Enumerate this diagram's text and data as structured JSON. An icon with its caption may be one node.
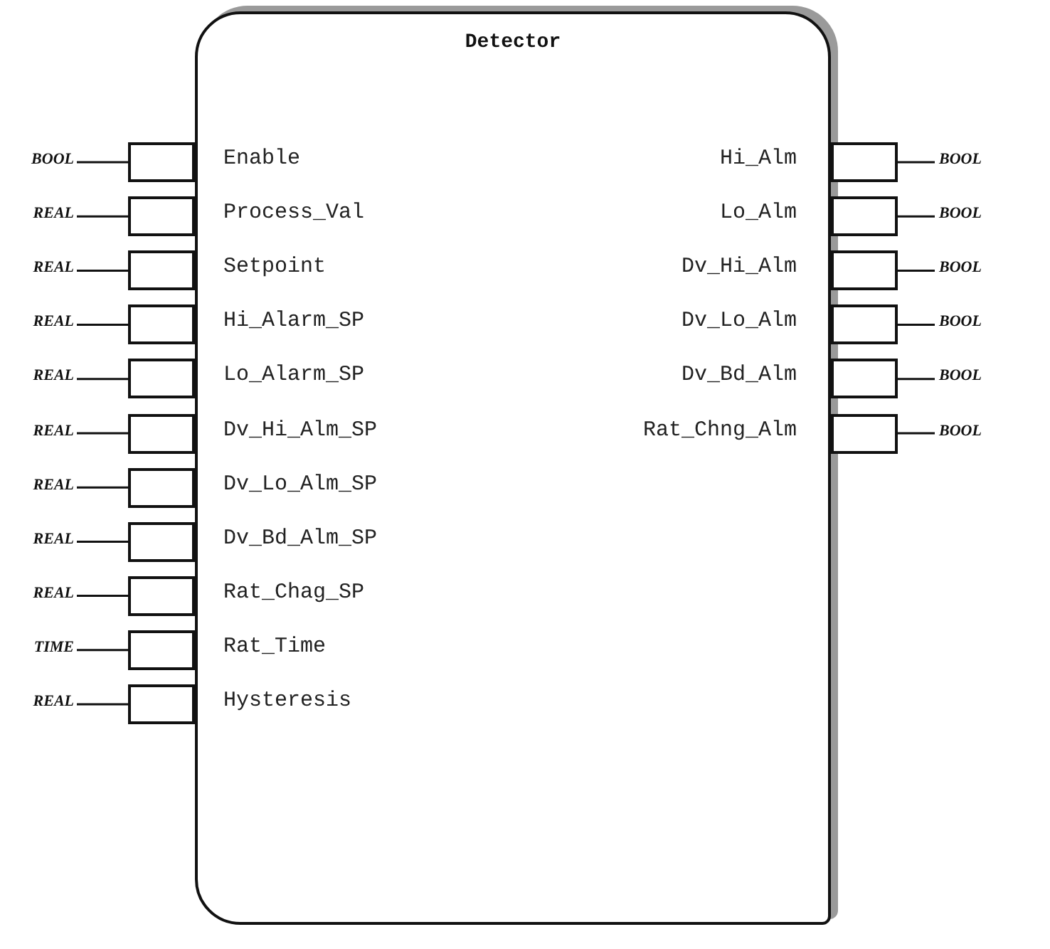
{
  "diagram": {
    "nodes": [
      {
        "text": [
          "Detector"
        ]
      },
      {
        "text": [
          "BOOL"
        ]
      },
      {
        "text": [],
        "shape": "box"
      },
      {
        "text": [
          "REAL"
        ]
      },
      {
        "text": [],
        "shape": "box"
      },
      {
        "text": [
          "REAL"
        ]
      },
      {
        "text": [],
        "shape": "box"
      },
      {
        "text": [
          "REAL"
        ]
      },
      {
        "text": [],
        "shape": "box"
      },
      {
        "text": [
          "REAL"
        ]
      },
      {
        "text": [],
        "shape": "box"
      },
      {
        "text": [
          "REAL"
        ]
      },
      {
        "text": [],
        "shape": "box"
      },
      {
        "text": [
          "REAL"
        ]
      },
      {
        "text": [],
        "shape": "box"
      },
      {
        "text": [
          "REAL"
        ]
      },
      {
        "text": [],
        "shape": "box"
      },
      {
        "text": [
          "REAL"
        ]
      },
      {
        "text": [],
        "shape": "box"
      },
      {
        "text": [
          "TIME"
        ]
      },
      {
        "text": [],
        "shape": "box"
      },
      {
        "text": [
          "REAL"
        ]
      },
      {
        "text": [],
        "shape": "box"
      },
      {
        "text": [],
        "shape": "box"
      },
      {
        "text": [
          "BOOL"
        ]
      },
      {
        "text": [],
        "shape": "box"
      },
      {
        "text": [
          "BOOL"
        ]
      },
      {
        "text": [],
        "shape": "box"
      },
      {
        "text": [
          "BOOL"
        ]
      },
      {
        "text": [],
        "shape": "box"
      },
      {
        "text": [
          "BOOL"
        ]
      },
      {
        "text": [],
        "shape": "box"
      },
      {
        "text": [
          "BOOL"
        ]
      },
      {
        "text": [],
        "shape": "box"
      },
      {
        "text": [
          "BOOL"
        ]
      }
    ],
    "edges": [
      {
        "from": 1,
        "to": 2,
        "arrow": "none"
      },
      {
        "from": 3,
        "to": 4,
        "arrow": "none"
      },
      {
        "from": 5,
        "to": 6,
        "arrow": "none"
      },
      {
        "from": 7,
        "to": 8,
        "arrow": "none"
      },
      {
        "from": 9,
        "to": 10,
        "arrow": "none"
      },
      {
        "from": 11,
        "to": 12,
        "arrow": "none"
      },
      {
        "from": 13,
        "to": 14,
        "arrow": "none"
      },
      {
        "from": 15,
        "to": 16,
        "arrow": "none"
      },
      {
        "from": 17,
        "to": 18,
        "arrow": "none"
      },
      {
        "from": 19,
        "to": 20,
        "arrow": "none"
      },
      {
        "from": 21,
        "to": 22,
        "arrow": "none"
      },
      {
        "from": 23,
        "to": 24,
        "arrow": "none"
      },
      {
        "from": 25,
        "to": 26,
        "arrow": "none"
      },
      {
        "from": 27,
        "to": 28,
        "arrow": "none"
      },
      {
        "from": 29,
        "to": 30,
        "arrow": "none"
      },
      {
        "from": 31,
        "to": 32,
        "arrow": "none"
      },
      {
        "from": 33,
        "to": 34,
        "arrow": "none"
      }
    ],
    "labels": [
      "Enable",
      "Process_Val",
      "Setpoint",
      "Hi_Alarm_SP",
      "Lo_Alarm_SP",
      "Dv_Hi_Alm_SP",
      "Dv_Lo_Alm_SP",
      "Dv_Bd_Alm_SP",
      "Rat_Chag_SP",
      "Rat_Time",
      "Hysteresis",
      "Hi_Alm",
      "Lo_Alm",
      "Dv_Hi_Alm",
      "Dv_Lo_Alm",
      "Dv_Bd_Alm",
      "Rat_Chng_Alm"
    ]
  }
}
